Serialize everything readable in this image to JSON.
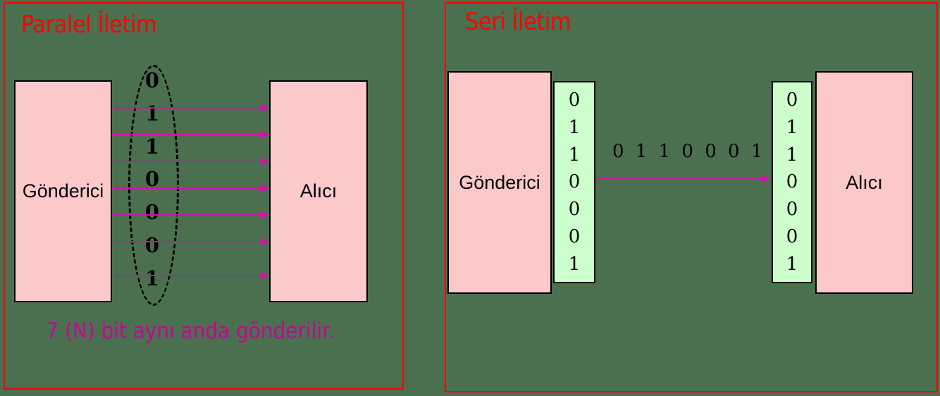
{
  "colors": {
    "background": "#4a7050",
    "frame_border": "#ff0000",
    "title": "#ff0000",
    "node_fill": "#fbc9c9",
    "strip_fill": "#ccffcc",
    "arrow": "#d411a8",
    "caption": "#cc0099"
  },
  "parallel": {
    "title": "Paralel İletim",
    "sender_label": "Gönderici",
    "receiver_label": "Alıcı",
    "bits": [
      "0",
      "1",
      "1",
      "0",
      "0",
      "0",
      "1"
    ],
    "wire_count": 7,
    "caption": "7 (N) bit aynı anda gönderilir."
  },
  "serial": {
    "title": "Seri İletim",
    "sender_label": "Gönderici",
    "receiver_label": "Alıcı",
    "sender_bits": [
      "0",
      "1",
      "1",
      "0",
      "0",
      "0",
      "1"
    ],
    "receiver_bits": [
      "0",
      "1",
      "1",
      "0",
      "0",
      "0",
      "1"
    ],
    "stream_label": "0 1 1 0 0 0 1"
  }
}
